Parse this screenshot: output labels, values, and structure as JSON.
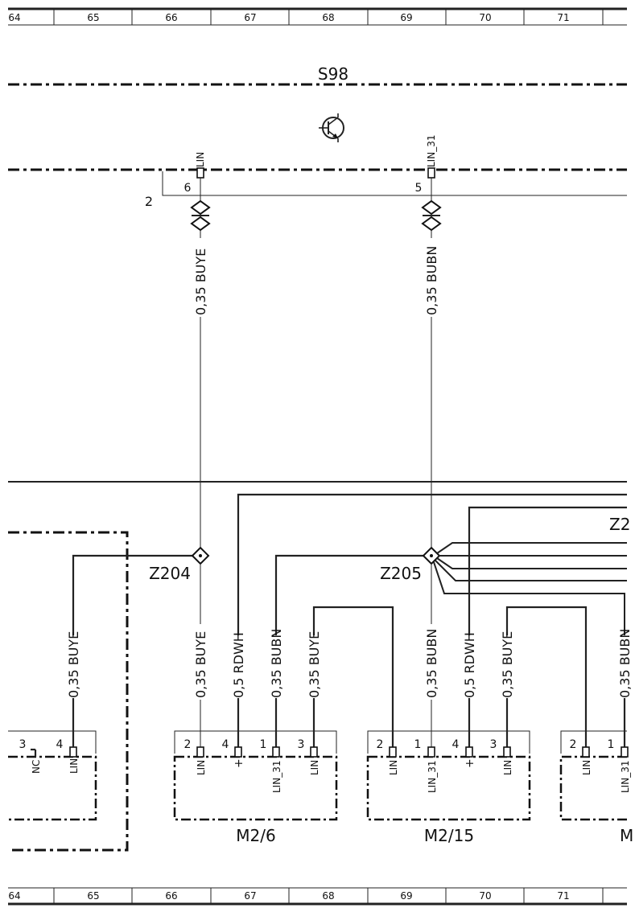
{
  "grid_columns": [
    "64",
    "65",
    "66",
    "67",
    "68",
    "69",
    "70",
    "71"
  ],
  "module_top": {
    "name": "S98",
    "pins": [
      {
        "num": "6",
        "signal": "LIN"
      },
      {
        "num": "5",
        "signal": "LIN_31"
      }
    ],
    "connector_number": "2"
  },
  "wires_top": [
    {
      "label": "0,35 BUYE"
    },
    {
      "label": "0,35 BUBN"
    }
  ],
  "junctions": [
    {
      "name": "Z204"
    },
    {
      "name": "Z205"
    },
    {
      "name": "Z2"
    }
  ],
  "lower_wires": [
    {
      "label": "0,35 BUYE"
    },
    {
      "label": "0,35 BUYE"
    },
    {
      "label": "0,5 RDWH"
    },
    {
      "label": "0,35 BUBN"
    },
    {
      "label": "0,35 BUYE"
    },
    {
      "label": "0,35 BUBN"
    },
    {
      "label": "0,5 RDWH"
    },
    {
      "label": "0,35 BUYE"
    },
    {
      "label": "0,35 BUBN"
    }
  ],
  "left_module": {
    "pins": [
      {
        "num": "3",
        "signal": "NC"
      },
      {
        "num": "4",
        "signal": "LIN"
      }
    ]
  },
  "modules": [
    {
      "name": "M2/6",
      "pins": [
        {
          "num": "2",
          "signal": "LIN"
        },
        {
          "num": "4",
          "signal": "+"
        },
        {
          "num": "1",
          "signal": "LIN_31"
        },
        {
          "num": "3",
          "signal": "LIN"
        }
      ]
    },
    {
      "name": "M2/15",
      "pins": [
        {
          "num": "2",
          "signal": "LIN"
        },
        {
          "num": "1",
          "signal": "LIN_31"
        },
        {
          "num": "4",
          "signal": "+"
        },
        {
          "num": "3",
          "signal": "LIN"
        }
      ]
    },
    {
      "name": "M",
      "pins": [
        {
          "num": "2",
          "signal": "LIN"
        },
        {
          "num": "1",
          "signal": "LIN_31"
        }
      ]
    }
  ]
}
